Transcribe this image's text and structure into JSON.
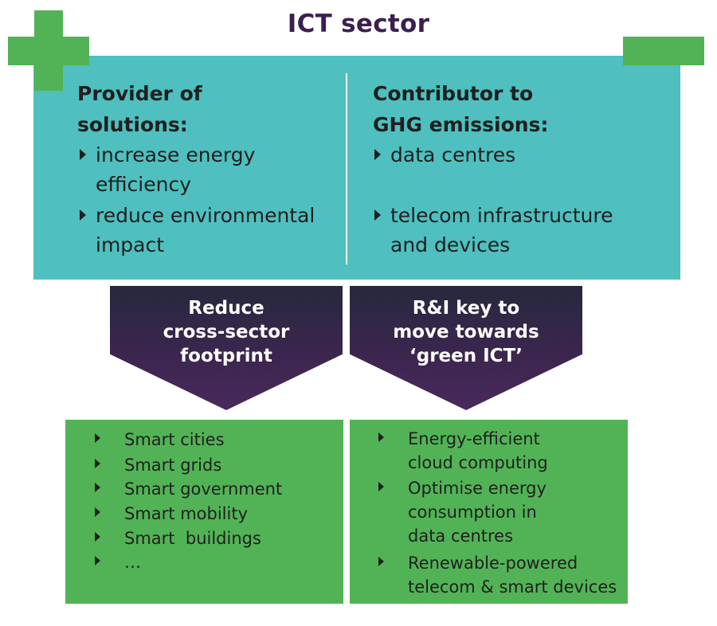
{
  "colors": {
    "teal": "#4fbfbf",
    "green": "#52b356",
    "title": "#3b1f4f",
    "arrow_top": "#27283e",
    "arrow_bottom": "#482a5c"
  },
  "title": "ICT sector",
  "left_column": {
    "heading_line1": "Provider of",
    "heading_line2": "solutions:",
    "items": [
      {
        "line1": "increase energy",
        "line2": "efficiency"
      },
      {
        "line1": "reduce environmental",
        "line2": "impact"
      }
    ]
  },
  "right_column": {
    "heading_line1": "Contributor to",
    "heading_line2": "GHG emissions:",
    "items": [
      {
        "line1": "data centres",
        "line2": ""
      },
      {
        "line1": "telecom infrastructure",
        "line2": "and devices"
      }
    ]
  },
  "arrows": {
    "left": {
      "line1": "Reduce",
      "line2": "cross-sector",
      "line3": "footprint"
    },
    "right": {
      "line1": "R&I key to",
      "line2": "move towards",
      "line3": "‘green ICT’"
    }
  },
  "left_box": {
    "items": [
      "Smart cities",
      "Smart grids",
      "Smart government",
      "Smart mobility",
      "Smart  buildings",
      "…"
    ]
  },
  "right_box": {
    "items": [
      {
        "line1": "Energy-efficient",
        "line2": "cloud computing",
        "line3": ""
      },
      {
        "line1": "Optimise energy",
        "line2": "consumption in",
        "line3": "data centres"
      },
      {
        "line1": "Renewable-powered",
        "line2": "telecom & smart devices",
        "line3": ""
      }
    ]
  }
}
